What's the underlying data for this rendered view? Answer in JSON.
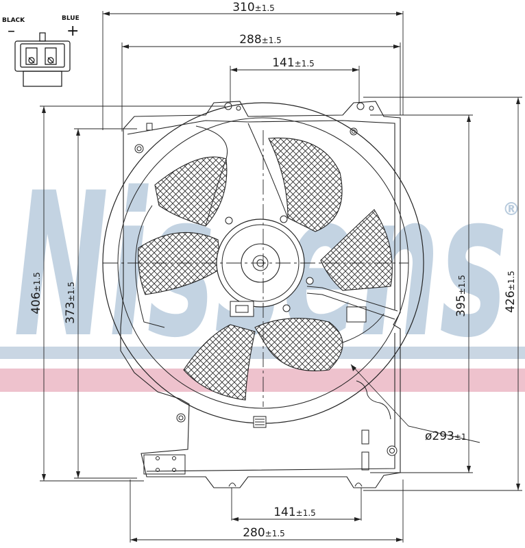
{
  "brand": {
    "name": "Nissens",
    "registered_mark": "®",
    "colors": {
      "watermark_blue": "#b8cbdd",
      "band_blue": "#c9d6e3",
      "band_pink": "#eec2cd"
    }
  },
  "connector": {
    "left_label": "BLACK",
    "left_symbol": "–",
    "right_label": "BLUE",
    "right_symbol": "+"
  },
  "dimensions": {
    "top_overall": {
      "value": "310",
      "tol": "±1.5"
    },
    "top_mid": {
      "value": "288",
      "tol": "±1.5"
    },
    "top_holes": {
      "value": "141",
      "tol": "±1.5"
    },
    "bottom_holes": {
      "value": "141",
      "tol": "±1.5"
    },
    "bottom_overall": {
      "value": "280",
      "tol": "±1.5"
    },
    "left_outer": {
      "value": "406",
      "tol": "±1.5"
    },
    "left_inner": {
      "value": "373",
      "tol": "±1.5"
    },
    "right_inner": {
      "value": "395",
      "tol": "±1.5"
    },
    "right_outer": {
      "value": "426",
      "tol": "±1.5"
    },
    "diameter": {
      "value": "ø293",
      "tol": "±1"
    }
  }
}
